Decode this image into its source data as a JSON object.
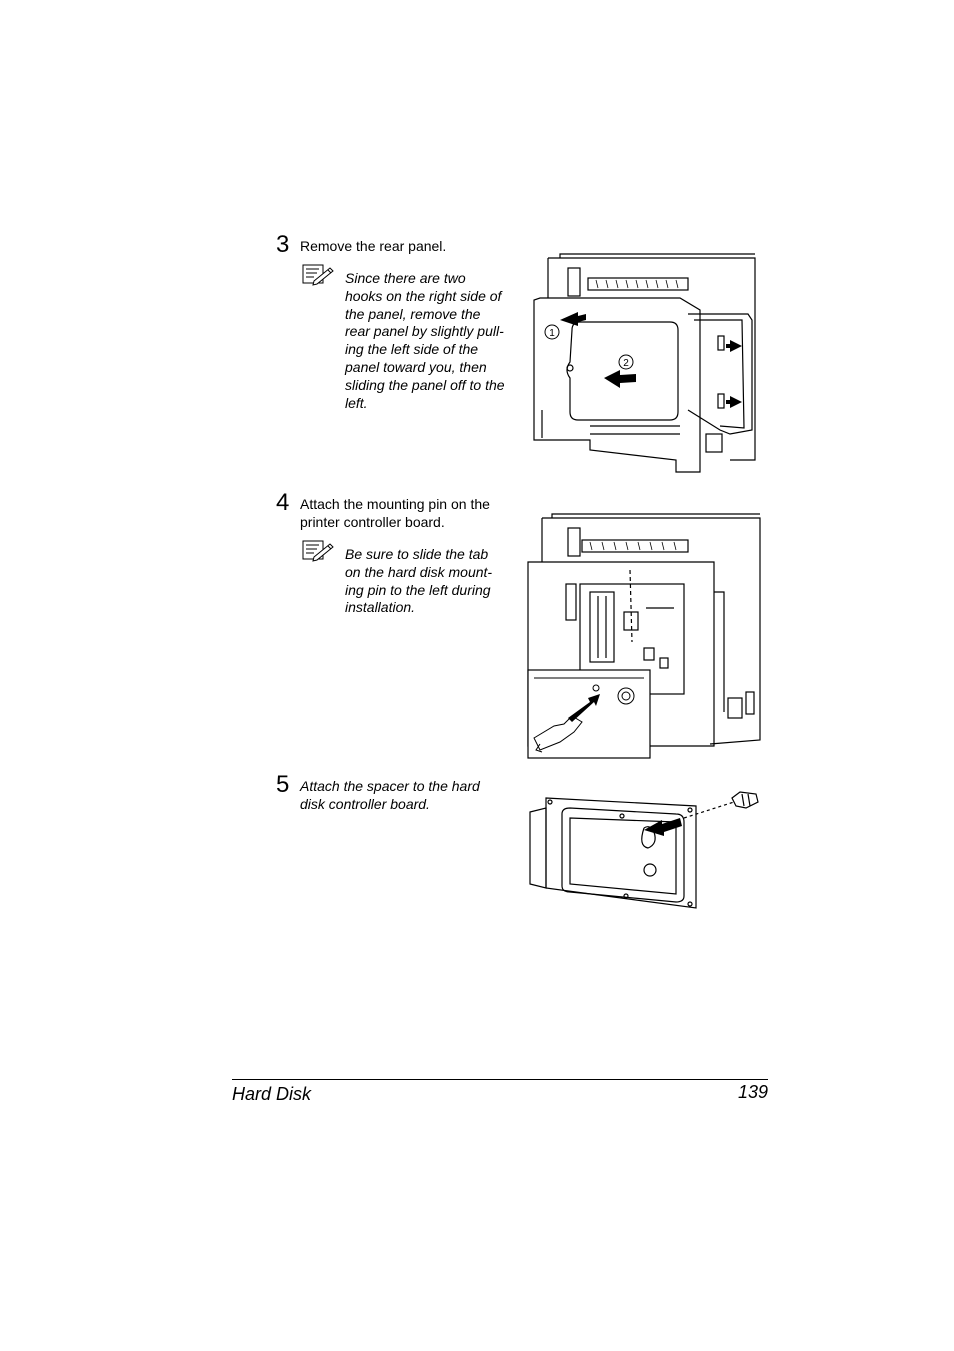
{
  "steps": [
    {
      "number": "3",
      "text": "Remove the rear panel.",
      "note": "Since there are two hooks on the right side of the panel, remove the rear panel by slightly pull-ing the left side of the panel toward you, then sliding the panel off to the left.",
      "note_lines": [
        "Since there are two",
        "hooks on the right side of",
        "the panel, remove the",
        "rear panel by slightly pull-",
        "ing the left side of the",
        "panel toward you, then",
        "sliding the panel off to the",
        "left."
      ],
      "figure_callouts": [
        "1",
        "2"
      ]
    },
    {
      "number": "4",
      "text_lines": [
        "Attach the mounting pin on the",
        "printer controller board."
      ],
      "note_lines": [
        "Be sure to slide the tab",
        "on the hard disk mount-",
        "ing pin to the left during",
        "installation."
      ]
    },
    {
      "number": "5",
      "text_lines": [
        "Attach the spacer to the hard",
        "disk controller board."
      ]
    }
  ],
  "footer": {
    "section_title": "Hard Disk",
    "page_number": "139"
  },
  "icons": {
    "note": "note-pencil-icon"
  }
}
